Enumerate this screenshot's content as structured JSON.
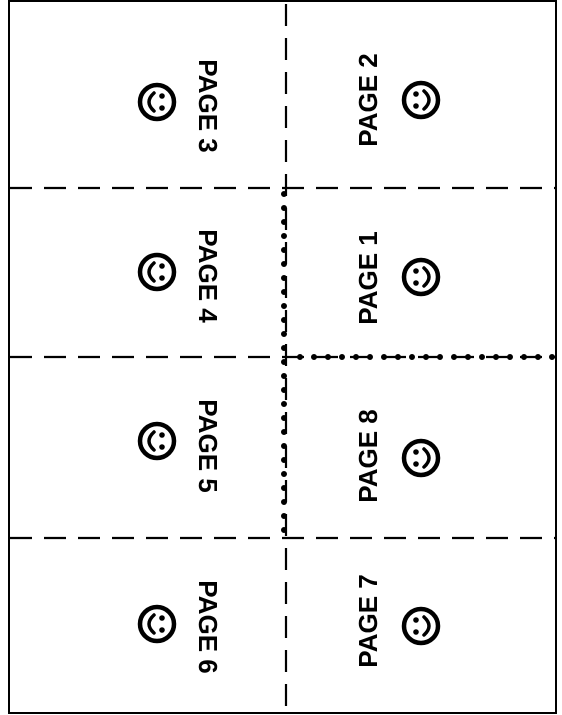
{
  "sheet": {
    "stroke_color": "#000000",
    "background": "#ffffff",
    "fold_lines": "dashed",
    "cut_lines": "dotted"
  },
  "pages": [
    {
      "label": "PAGE 3",
      "icon": "smiley-face-icon"
    },
    {
      "label": "PAGE 2",
      "icon": "smiley-face-icon"
    },
    {
      "label": "PAGE 4",
      "icon": "smiley-face-icon"
    },
    {
      "label": "PAGE 1",
      "icon": "smiley-face-icon"
    },
    {
      "label": "PAGE 5",
      "icon": "smiley-face-icon"
    },
    {
      "label": "PAGE 8",
      "icon": "smiley-face-icon"
    },
    {
      "label": "PAGE 6",
      "icon": "smiley-face-icon"
    },
    {
      "label": "PAGE 7",
      "icon": "smiley-face-icon"
    }
  ]
}
